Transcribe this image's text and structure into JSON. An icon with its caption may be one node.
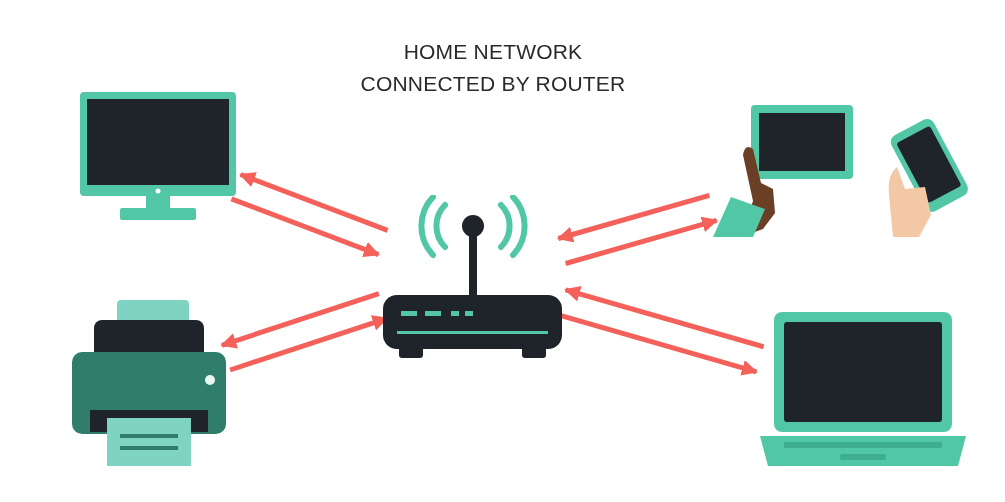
{
  "diagram": {
    "title": "HOME NETWORK CONNECTED BY ROUTER",
    "nodes": [
      {
        "text": [],
        "shape": "picture"
      },
      {
        "text": [],
        "shape": "picture"
      },
      {
        "text": [],
        "shape": "picture"
      },
      {
        "text": [],
        "shape": "picture"
      },
      {
        "text": [],
        "shape": "picture"
      }
    ],
    "edges": [
      {
        "from": 2,
        "to": 0,
        "arrow": "to"
      },
      {
        "from": 0,
        "to": 2,
        "arrow": "to"
      },
      {
        "from": 1,
        "to": 2,
        "arrow": "to"
      },
      {
        "from": 2,
        "to": 1,
        "arrow": "to"
      },
      {
        "from": 3,
        "to": 2,
        "arrow": "to"
      },
      {
        "from": 2,
        "to": 3,
        "arrow": "to"
      },
      {
        "from": 2,
        "to": 4,
        "arrow": "to"
      },
      {
        "from": 4,
        "to": 2,
        "arrow": "to"
      }
    ]
  }
}
